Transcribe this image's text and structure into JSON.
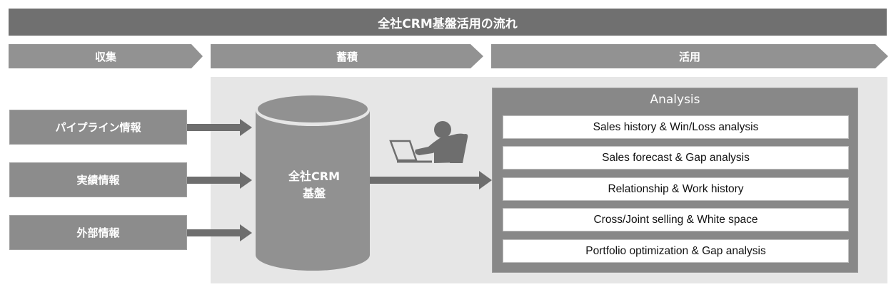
{
  "title": "全社CRM基盤活用の流れ",
  "phases": [
    {
      "label": "収集"
    },
    {
      "label": "蓄積"
    },
    {
      "label": "活用"
    }
  ],
  "sources": [
    {
      "label": "パイプライン情報"
    },
    {
      "label": "実績情報"
    },
    {
      "label": "外部情報"
    }
  ],
  "database": {
    "line1": "全社CRM",
    "line2": "基盤",
    "icon": "database-cylinder-icon"
  },
  "user_icon": "person-at-laptop-icon",
  "analysis": {
    "title": "Analysis",
    "items": [
      {
        "label": "Sales history & Win/Loss analysis"
      },
      {
        "label": "Sales forecast & Gap analysis"
      },
      {
        "label": "Relationship & Work history"
      },
      {
        "label": "Cross/Joint selling & White space"
      },
      {
        "label": "Portfolio optimization & Gap analysis"
      }
    ]
  },
  "colors": {
    "title_bar": "#707070",
    "phase_chevron": "#929292",
    "panel_bg": "#e6e6e6",
    "box": "#8c8c8c",
    "arrow": "#6e6e6e",
    "text_light": "#ffffff"
  }
}
